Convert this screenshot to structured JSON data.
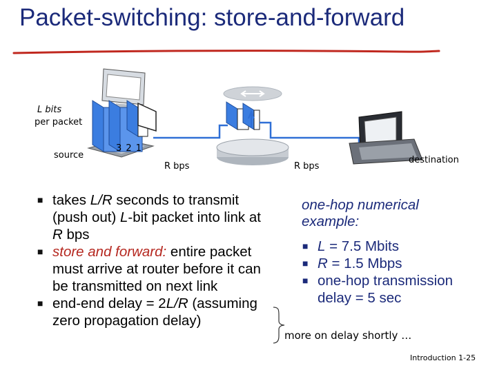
{
  "title": "Packet-switching: store-and-forward",
  "diagram": {
    "lbits": "L bits",
    "per_packet": "per packet",
    "source": "source",
    "packet_numbers": "3 2 1",
    "rate_left": "R bps",
    "rate_right": "R bps",
    "destination": "destination"
  },
  "left_bullets": {
    "b1": {
      "t1": "takes ",
      "l1": "L",
      "slash1": "/",
      "r1": "R",
      "t2": " seconds to transmit (push out) ",
      "l2": "L",
      "t3": "-bit packet into link at ",
      "r2": "R",
      "t4": " bps"
    },
    "b2": {
      "red": "store and forward:",
      "rest": " entire packet must  arrive at router before it can be transmitted on next link"
    },
    "b3": {
      "t1": "end-end delay = 2",
      "l": "L",
      "slash": "/",
      "r": "R",
      "t2": " (assuming zero propagation delay)"
    }
  },
  "example": {
    "heading": "one-hop numerical example:",
    "item1": {
      "var": "L",
      "rest": " = 7.5 Mbits"
    },
    "item2": {
      "var": "R",
      "rest": " = 1.5 Mbps"
    },
    "item3": "one-hop transmission delay = 5 sec"
  },
  "more": "more on delay shortly …",
  "footer": "Introduction 1-25",
  "colors": {
    "title": "#1b2a7a",
    "accent_red": "#b5271f",
    "router": "#cfd3d8",
    "link": "#2f6fd6",
    "packet": "#3b7de0"
  },
  "icons": [
    "computer-icon",
    "router-icon",
    "packet-icon"
  ]
}
